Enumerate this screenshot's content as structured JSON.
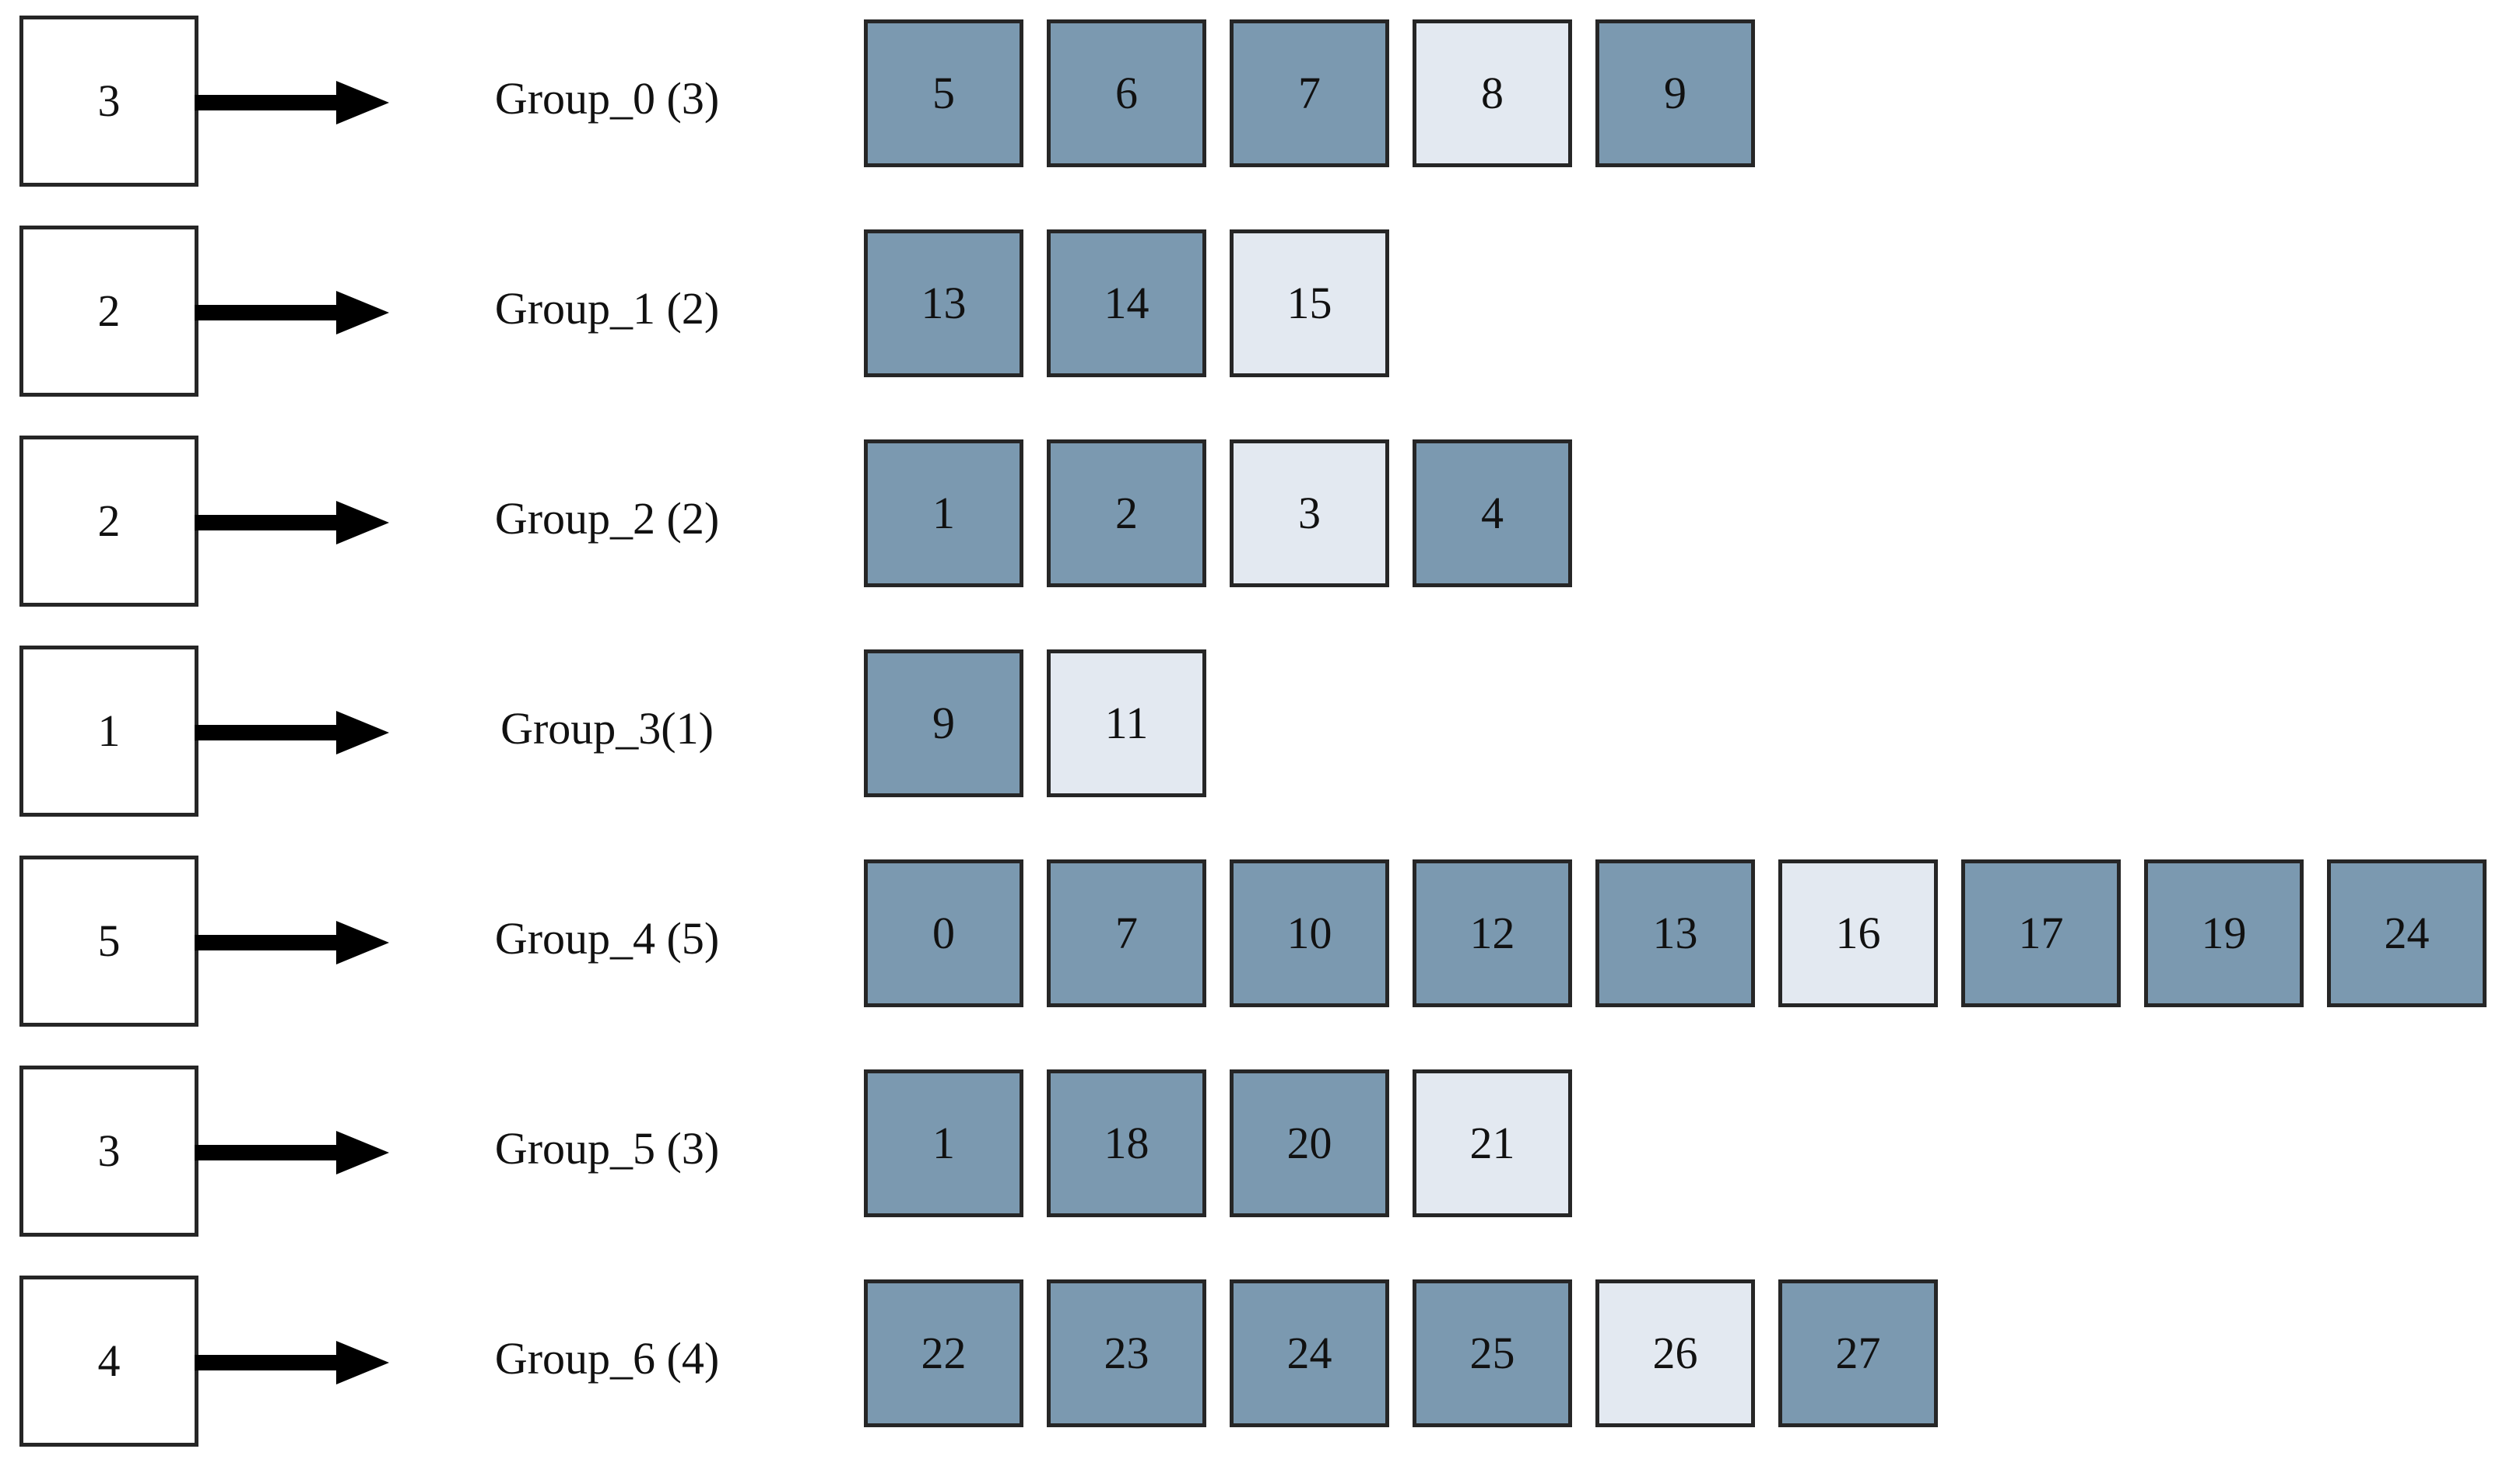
{
  "diagram": {
    "type": "group-assignment-diagram",
    "colors": {
      "tile_filled": "#7B99B0",
      "tile_hollow": "#E3E9F1",
      "outline": "#262626",
      "background": "#ffffff",
      "arrow": "#000000"
    },
    "rows": [
      {
        "count_box": "3",
        "arrow": "right-arrow",
        "label": "Group_0 (3)",
        "tiles": [
          {
            "value": "5",
            "style": "filled"
          },
          {
            "value": "6",
            "style": "filled"
          },
          {
            "value": "7",
            "style": "filled"
          },
          {
            "value": "8",
            "style": "hollow"
          },
          {
            "value": "9",
            "style": "filled"
          }
        ]
      },
      {
        "count_box": "2",
        "arrow": "right-arrow",
        "label": "Group_1 (2)",
        "tiles": [
          {
            "value": "13",
            "style": "filled"
          },
          {
            "value": "14",
            "style": "filled"
          },
          {
            "value": "15",
            "style": "hollow"
          }
        ]
      },
      {
        "count_box": "2",
        "arrow": "right-arrow",
        "label": "Group_2 (2)",
        "tiles": [
          {
            "value": "1",
            "style": "filled"
          },
          {
            "value": "2",
            "style": "filled"
          },
          {
            "value": "3",
            "style": "hollow"
          },
          {
            "value": "4",
            "style": "filled"
          }
        ]
      },
      {
        "count_box": "1",
        "arrow": "right-arrow",
        "label": "Group_3(1)",
        "tiles": [
          {
            "value": "9",
            "style": "filled"
          },
          {
            "value": "11",
            "style": "hollow"
          }
        ]
      },
      {
        "count_box": "5",
        "arrow": "right-arrow",
        "label": "Group_4 (5)",
        "tiles": [
          {
            "value": "0",
            "style": "filled"
          },
          {
            "value": "7",
            "style": "filled"
          },
          {
            "value": "10",
            "style": "filled"
          },
          {
            "value": "12",
            "style": "filled"
          },
          {
            "value": "13",
            "style": "filled"
          },
          {
            "value": "16",
            "style": "hollow"
          },
          {
            "value": "17",
            "style": "filled"
          },
          {
            "value": "19",
            "style": "filled"
          },
          {
            "value": "24",
            "style": "filled"
          }
        ]
      },
      {
        "count_box": "3",
        "arrow": "right-arrow",
        "label": "Group_5 (3)",
        "tiles": [
          {
            "value": "1",
            "style": "filled"
          },
          {
            "value": "18",
            "style": "filled"
          },
          {
            "value": "20",
            "style": "filled"
          },
          {
            "value": "21",
            "style": "hollow"
          }
        ]
      },
      {
        "count_box": "4",
        "arrow": "right-arrow",
        "label": "Group_6 (4)",
        "tiles": [
          {
            "value": "22",
            "style": "filled"
          },
          {
            "value": "23",
            "style": "filled"
          },
          {
            "value": "24",
            "style": "filled"
          },
          {
            "value": "25",
            "style": "filled"
          },
          {
            "value": "26",
            "style": "hollow"
          },
          {
            "value": "27",
            "style": "filled"
          }
        ]
      }
    ]
  }
}
